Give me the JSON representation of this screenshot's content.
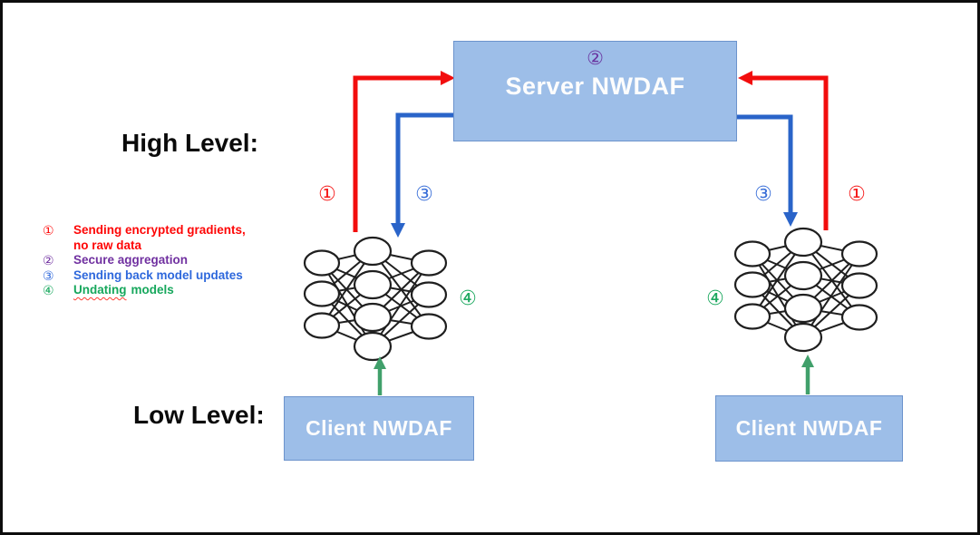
{
  "labels": {
    "high_level": "High Level:",
    "low_level": "Low Level:"
  },
  "server": {
    "marker": "②",
    "title": "Server NWDAF"
  },
  "clients": {
    "left_title": "Client NWDAF",
    "right_title": "Client NWDAF"
  },
  "flow_markers": {
    "left_upload": "①",
    "left_download": "③",
    "right_download": "③",
    "right_upload": "①",
    "left_update": "④",
    "right_update": "④"
  },
  "legend": {
    "items": [
      {
        "marker": "①",
        "line1": "Sending encrypted gradients,",
        "line2": "no raw data",
        "color": "#FF0000"
      },
      {
        "marker": "②",
        "line1": "Secure aggregation",
        "color": "#7030A0"
      },
      {
        "marker": "③",
        "line1": "Sending back model updates",
        "color": "#2E68DC"
      },
      {
        "marker": "④",
        "word": "Undating",
        "rest": "models",
        "color": "#16A75C",
        "spellcheck_underline": true
      }
    ]
  },
  "colors": {
    "box_fill": "#9DBEE8",
    "box_border": "#6C93CC",
    "red_arrow": "#F20D0D",
    "blue_arrow": "#2A64C9",
    "green_arrow": "#41A06B",
    "purple_marker": "#6A35A0",
    "frame_border": "#0D0D0D"
  }
}
